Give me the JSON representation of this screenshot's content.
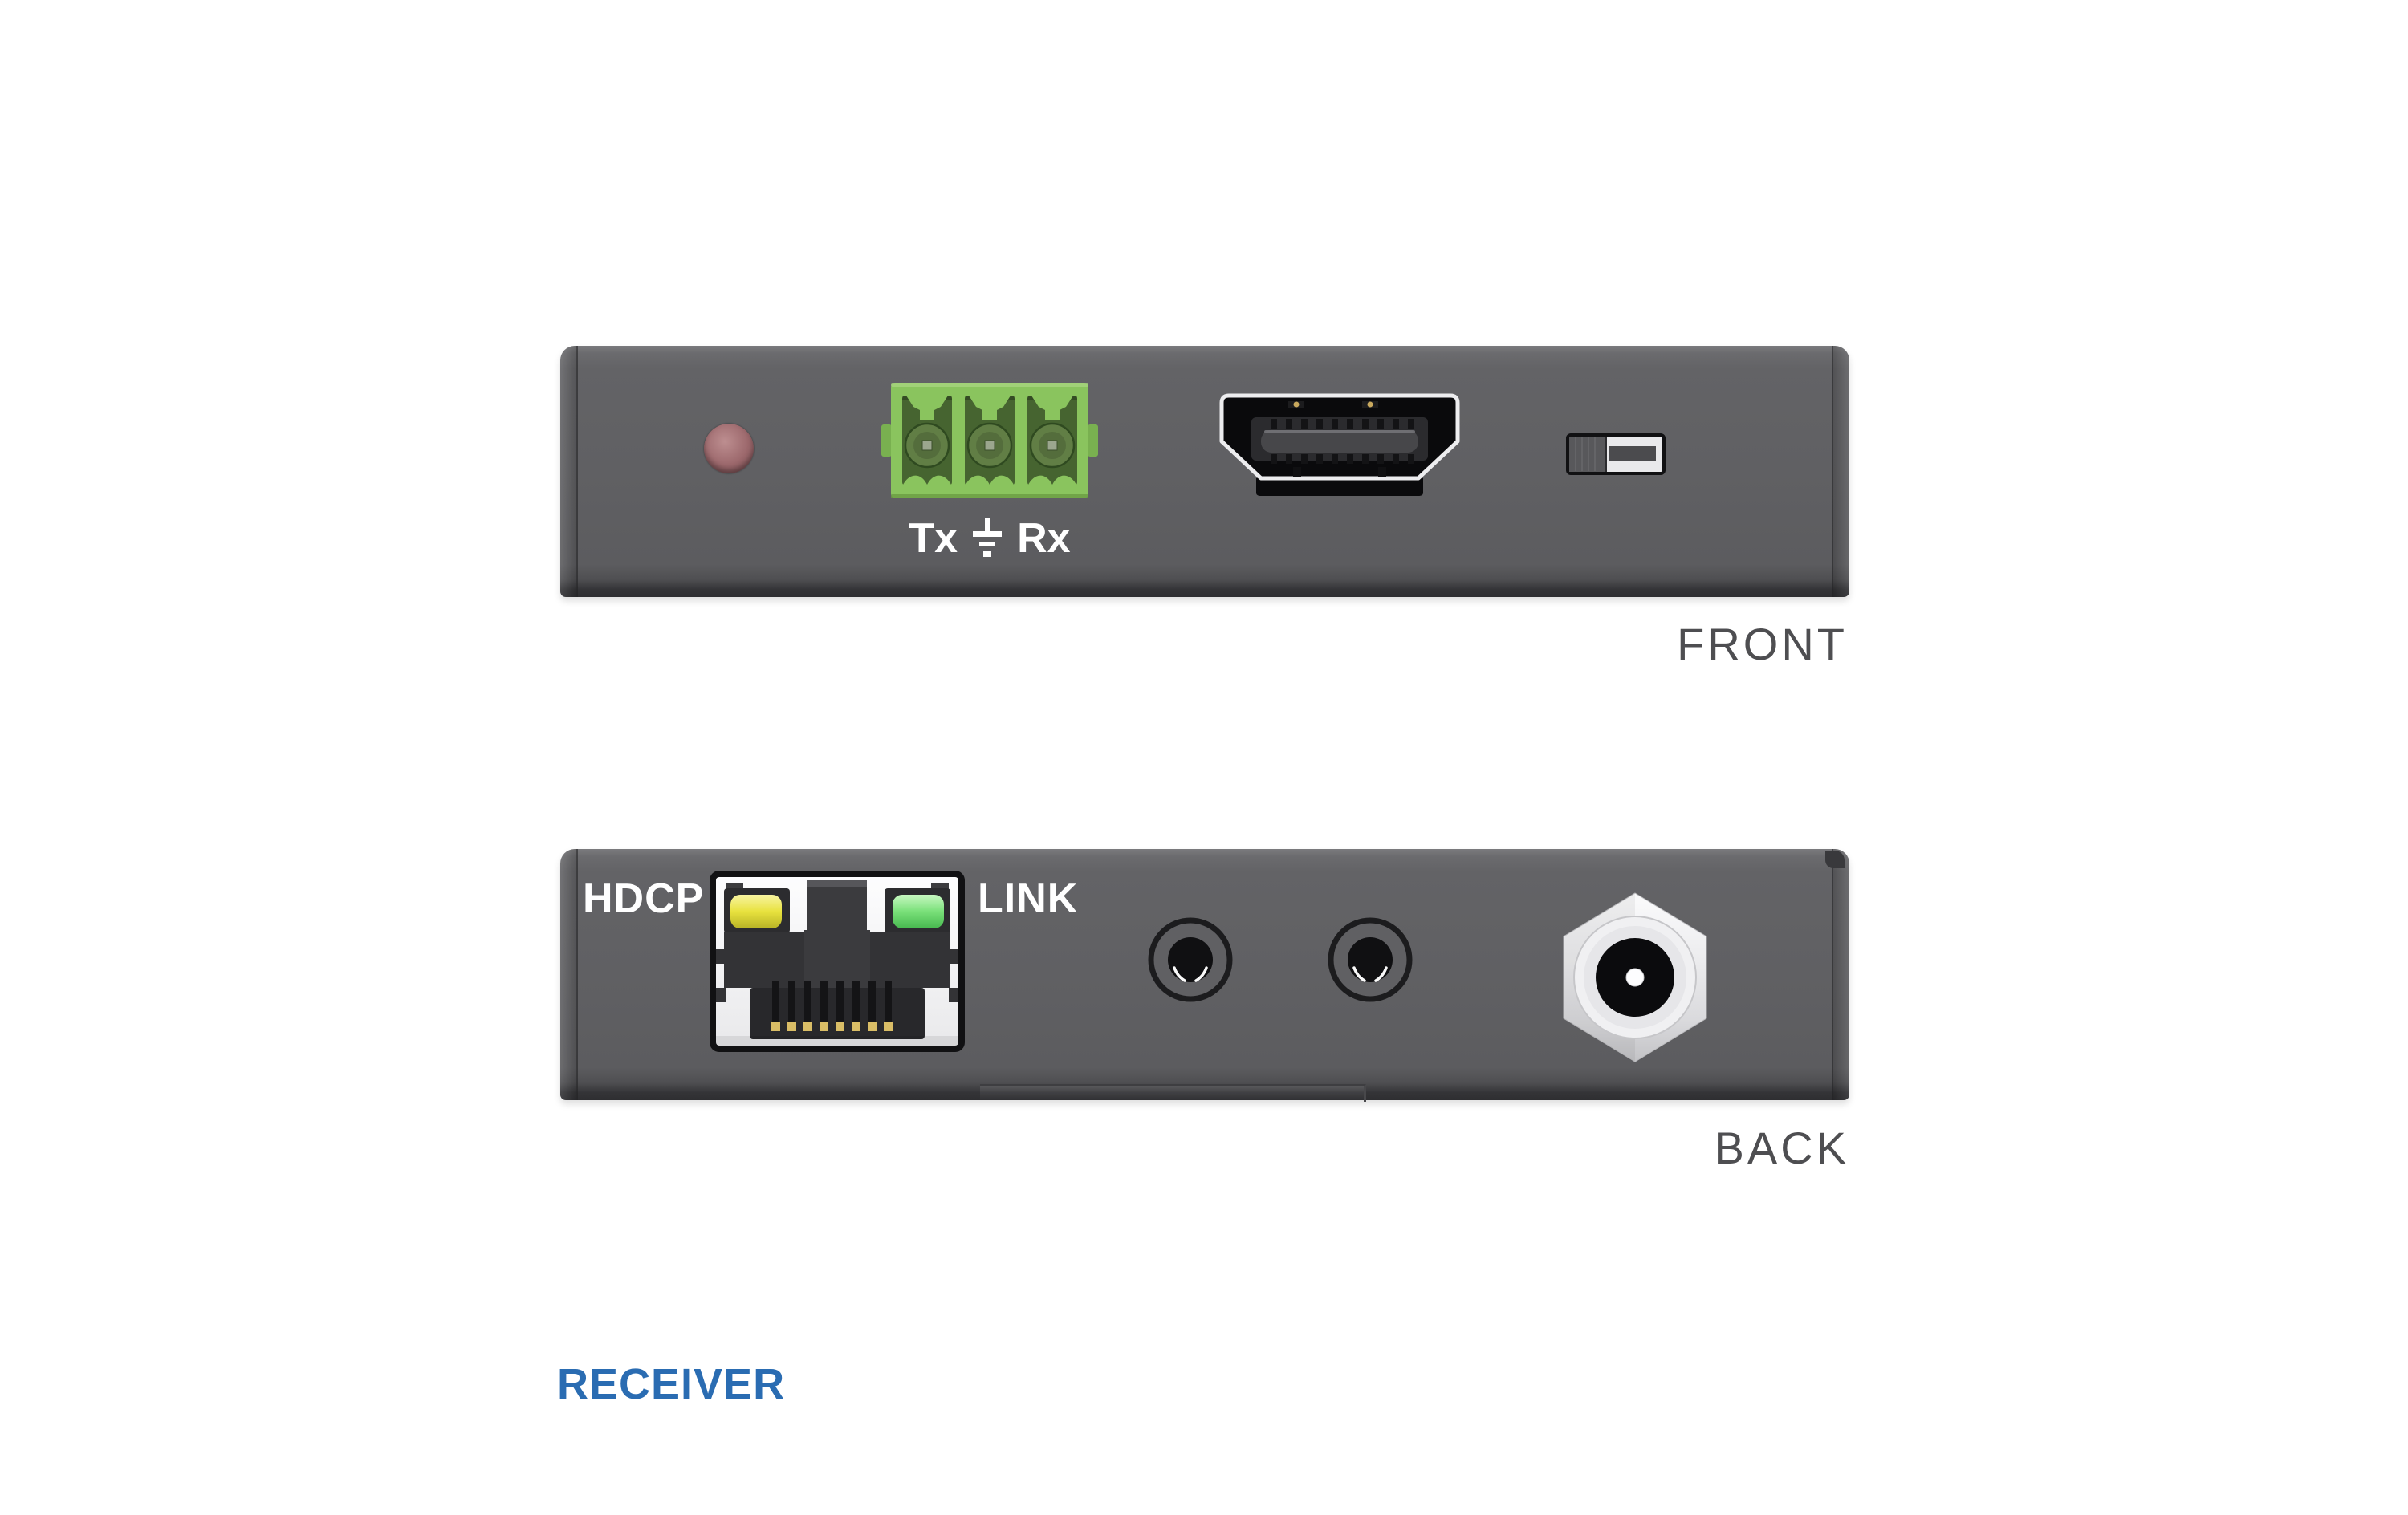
{
  "colors": {
    "accent_blue": "#2a6cb2",
    "caption_gray": "#4e4e51",
    "panel_gray": "#606063",
    "terminal_green": "#8ac45e",
    "terminal_green_dark": "#466430",
    "led_red": "#9c686c",
    "led_yellow": "#e8e23e",
    "led_green": "#79e079",
    "pin_gold": "#d9bd66"
  },
  "front_panel": {
    "caption": "FRONT",
    "terminal_label_tx": "Tx",
    "terminal_label_rx": "Rx",
    "ports": [
      "power-led",
      "tx-ground-rx-terminal-block",
      "hdmi-port",
      "usb-port"
    ]
  },
  "back_panel": {
    "caption": "BACK",
    "hdcp_label": "HDCP",
    "link_label": "LINK",
    "ports": [
      "rj45-port",
      "audio-jack",
      "audio-jack",
      "dc-power-jack"
    ]
  },
  "footer": {
    "device_label": "RECEIVER"
  }
}
